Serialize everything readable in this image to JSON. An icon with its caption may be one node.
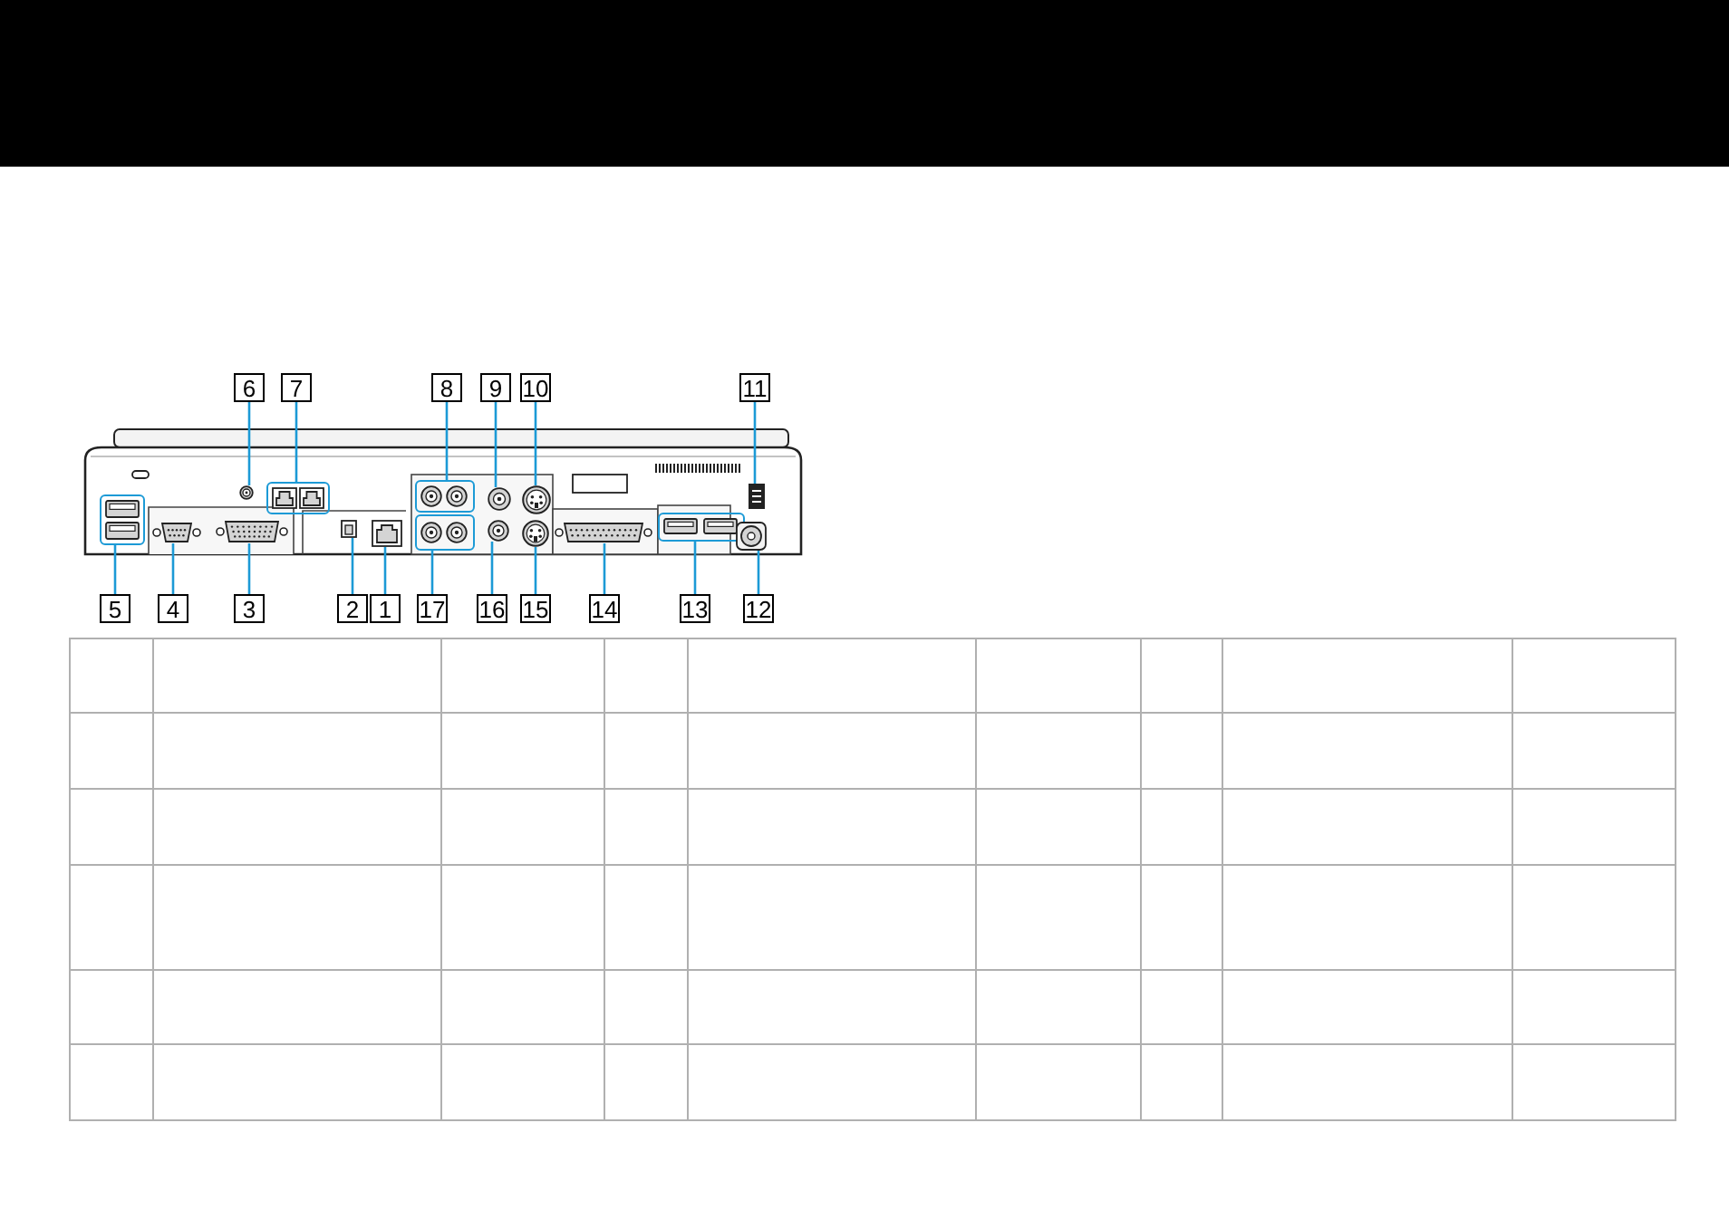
{
  "diagram": {
    "nodes": [
      {
        "text": [
          "6"
        ]
      },
      {
        "text": [
          "7"
        ]
      },
      {
        "text": [
          "8"
        ]
      },
      {
        "text": [
          "9"
        ]
      },
      {
        "text": [
          "10"
        ]
      },
      {
        "text": [
          "11"
        ]
      },
      {
        "text": [
          "5"
        ]
      },
      {
        "text": [
          "4"
        ]
      },
      {
        "text": [
          "3"
        ]
      },
      {
        "text": [
          "2"
        ]
      },
      {
        "text": [
          "1"
        ]
      },
      {
        "text": [
          "17"
        ]
      },
      {
        "text": [
          "16"
        ]
      },
      {
        "text": [
          "15"
        ]
      },
      {
        "text": [
          "14"
        ]
      },
      {
        "text": [
          "13"
        ]
      },
      {
        "text": [
          "12"
        ]
      },
      {
        "text": [],
        "shape": "box"
      },
      {
        "text": [],
        "shape": "picture"
      },
      {
        "text": [],
        "shape": "picture"
      },
      {
        "text": [],
        "shape": "picture"
      },
      {
        "text": [],
        "shape": "box"
      },
      {
        "text": [],
        "shape": "picture"
      },
      {
        "text": [],
        "shape": "picture"
      },
      {
        "text": [],
        "shape": "box"
      },
      {
        "text": [],
        "shape": "box"
      },
      {
        "text": [],
        "shape": "picture"
      },
      {
        "text": [],
        "shape": "picture"
      },
      {
        "text": [],
        "shape": "picture"
      },
      {
        "text": [],
        "shape": "picture"
      },
      {
        "text": [],
        "shape": "picture"
      },
      {
        "text": [],
        "shape": "box"
      },
      {
        "text": [],
        "shape": "picture"
      },
      {
        "text": [],
        "shape": "picture"
      }
    ],
    "edges": [
      {
        "from": 0,
        "to": 20,
        "arrow": "none"
      },
      {
        "from": 1,
        "to": 21,
        "arrow": "none"
      },
      {
        "from": 2,
        "to": 24,
        "arrow": "none"
      },
      {
        "from": 3,
        "to": 26,
        "arrow": "none"
      },
      {
        "from": 4,
        "to": 28,
        "arrow": "none"
      },
      {
        "from": 5,
        "to": 32,
        "arrow": "none"
      },
      {
        "from": 6,
        "to": 17,
        "arrow": "none"
      },
      {
        "from": 7,
        "to": 18,
        "arrow": "none"
      },
      {
        "from": 8,
        "to": 19,
        "arrow": "none"
      },
      {
        "from": 9,
        "to": 22,
        "arrow": "none"
      },
      {
        "from": 10,
        "to": 23,
        "arrow": "none"
      },
      {
        "from": 11,
        "to": 25,
        "arrow": "none"
      },
      {
        "from": 12,
        "to": 27,
        "arrow": "none"
      },
      {
        "from": 13,
        "to": 29,
        "arrow": "none"
      },
      {
        "from": 14,
        "to": 30,
        "arrow": "none"
      },
      {
        "from": 15,
        "to": 31,
        "arrow": "none"
      },
      {
        "from": 16,
        "to": 33,
        "arrow": "none"
      }
    ]
  }
}
